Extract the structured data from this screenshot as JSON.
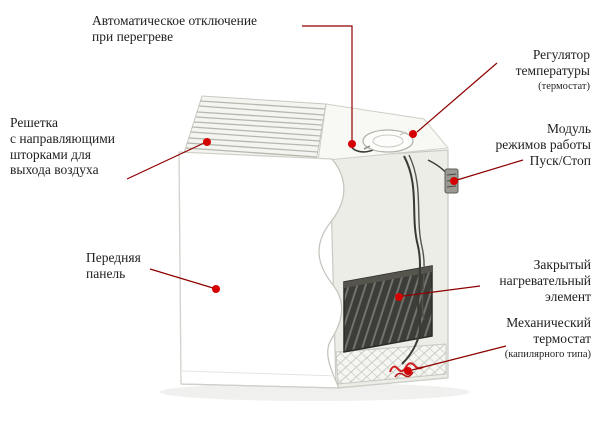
{
  "page": {
    "background": "#ffffff"
  },
  "diagram": {
    "subject": "electric-convector-heater-cutaway",
    "colors": {
      "label_text": "#1e1e1e",
      "leader_line": "#8e0000",
      "pointer_dot": "#d40000",
      "heater_dark": "#3c3c38",
      "capillary_red": "#cf1d1d"
    },
    "labels": {
      "auto_shutoff": {
        "text": "Автоматическое отключение\nпри перегреве"
      },
      "temp_regulator": {
        "text": "Регулятор\nтемпературы",
        "note": "(термостат)"
      },
      "air_grille": {
        "text": "Решетка\nс направляющими\nшторками для\nвыхода воздуха"
      },
      "mode_module": {
        "text": "Модуль\nрежимов работы\nПуск/Стоп"
      },
      "front_panel": {
        "text": "Передняя\nпанель"
      },
      "heating_element": {
        "text": "Закрытый\nнагревательный\nэлемент"
      },
      "mech_thermostat": {
        "text": "Механический\nтермостат",
        "note": "(капилярного типа)"
      }
    }
  }
}
